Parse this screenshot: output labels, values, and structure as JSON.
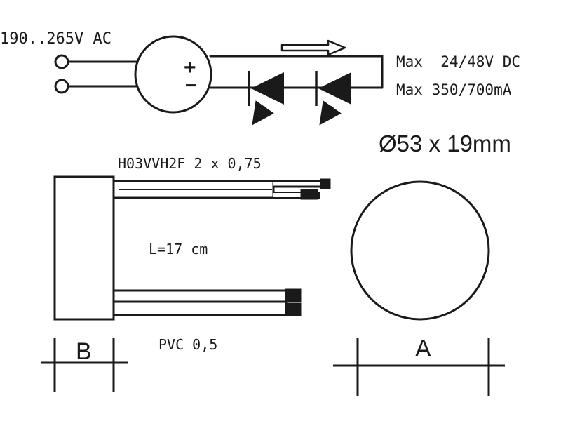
{
  "circuit": {
    "input_label": "190..265V AC",
    "plus_sign": "+",
    "minus_sign": "−",
    "rating_voltage": "Max  24/48V DC",
    "rating_current": "Max 350/700mA"
  },
  "dimensions": {
    "size": "Ø53 x 19mm",
    "cable_type": "H03VVH2F 2 x 0,75",
    "cable_length": "L=17 cm",
    "cable_insulation": "PVC 0,5",
    "dim_b": "B",
    "dim_a": "A"
  },
  "colors": {
    "ink": "#1a1a1a",
    "background": "#ffffff"
  }
}
